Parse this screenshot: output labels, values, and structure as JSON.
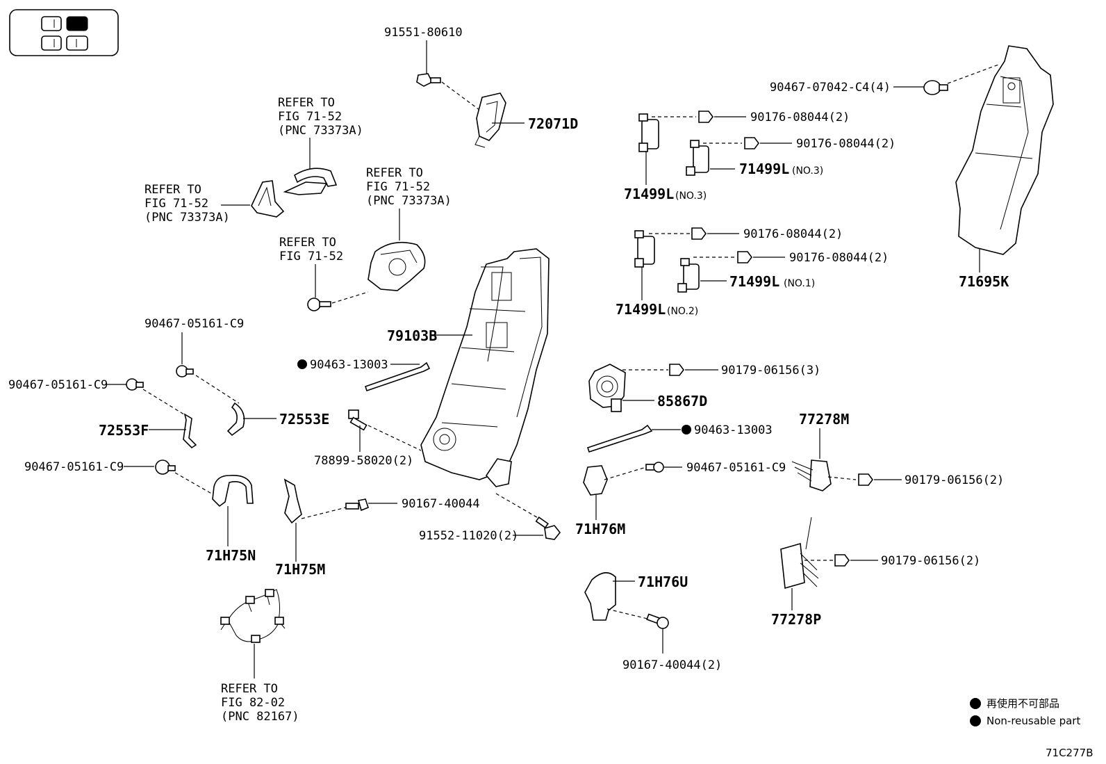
{
  "labels": {
    "p91551": "91551-80610",
    "p72071D": "72071D",
    "p90467_C4": "90467-07042-C4(4)",
    "p90176_a": "90176-08044(2)",
    "p90176_b": "90176-08044(2)",
    "p90176_c": "90176-08044(2)",
    "p90176_d": "90176-08044(2)",
    "p71499L_no3_right": "71499L",
    "p71499L_no3_right_note": "(NO.3)",
    "p71499L_no3_left": "71499L",
    "p71499L_no3_left_note": "(NO.3)",
    "p71499L_no1": "71499L",
    "p71499L_no1_note": "(NO.1)",
    "p71499L_no2": "71499L",
    "p71499L_no2_note": "(NO.2)",
    "p71695K": "71695K",
    "p79103B": "79103B",
    "p90463_left": "90463-13003",
    "p90463_right": "90463-13003",
    "p90467_C9_top": "90467-05161-C9",
    "p90467_C9_left": "90467-05161-C9",
    "p90467_C9_low": "90467-05161-C9",
    "p90467_C9_right": "90467-05161-C9",
    "p72553E": "72553E",
    "p72553F": "72553F",
    "p78899": "78899-58020(2)",
    "p90167_a": "90167-40044",
    "p90167_b": "90167-40044(2)",
    "p91552": "91552-11020(2)",
    "p71H75N": "71H75N",
    "p71H75M": "71H75M",
    "p71H76M": "71H76M",
    "p71H76U": "71H76U",
    "p85867D": "85867D",
    "p90179_a": "90179-06156(3)",
    "p90179_b": "90179-06156(2)",
    "p90179_c": "90179-06156(2)",
    "p77278M": "77278M",
    "p77278P": "77278P"
  },
  "refers": {
    "r1": [
      "REFER TO",
      "FIG 71-52",
      "(PNC 73373A)"
    ],
    "r2": [
      "REFER TO",
      "FIG 71-52",
      "(PNC 73373A)"
    ],
    "r3": [
      "REFER TO",
      "FIG 71-52",
      "(PNC 73373A)"
    ],
    "r4": [
      "REFER TO",
      "FIG 71-52"
    ],
    "r5": [
      "REFER TO",
      "FIG 82-02",
      "(PNC 82167)"
    ]
  },
  "legend": {
    "line1": "再使用不可部品",
    "line2": "Non-reusable part"
  },
  "figure_code": "71C277B"
}
